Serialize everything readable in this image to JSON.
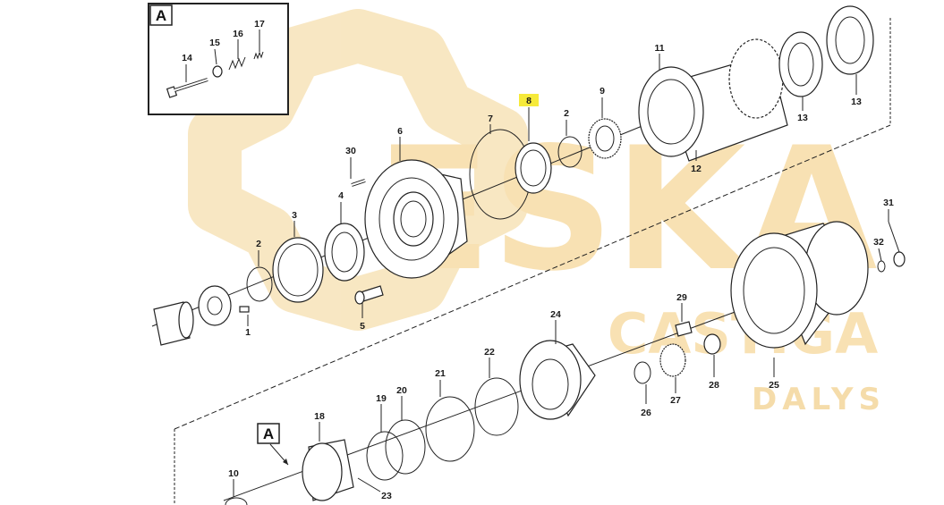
{
  "watermark": {
    "brand": "ESKA",
    "line2": "CASTIGA",
    "line3": "DALYS",
    "color": "#f7d9a0"
  },
  "highlight_color": "#f6ea3a",
  "inset": {
    "letter": "A"
  },
  "detail_ref": {
    "letter": "A"
  },
  "parts": {
    "p1": "1",
    "p2a": "2",
    "p2b": "2",
    "p3": "3",
    "p4": "4",
    "p5": "5",
    "p6": "6",
    "p7": "7",
    "p8": "8",
    "p9": "9",
    "p10": "10",
    "p11": "11",
    "p12": "12",
    "p13a": "13",
    "p13b": "13",
    "p14": "14",
    "p15": "15",
    "p16": "16",
    "p17": "17",
    "p18": "18",
    "p19": "19",
    "p20": "20",
    "p21": "21",
    "p22": "22",
    "p23": "23",
    "p24": "24",
    "p25": "25",
    "p26": "26",
    "p27": "27",
    "p28": "28",
    "p29": "29",
    "p30": "30",
    "p31": "31",
    "p32": "32"
  }
}
